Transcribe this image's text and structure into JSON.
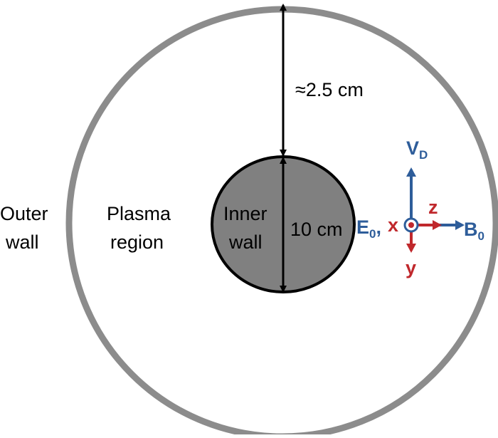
{
  "labels": {
    "outer_wall_line1": "Outer",
    "outer_wall_line2": "wall",
    "plasma_line1": "Plasma",
    "plasma_line2": "region",
    "inner_wall_line1": "Inner",
    "inner_wall_line2": "wall",
    "gap_dimension": "≈2.5 cm",
    "inner_diameter": "10 cm"
  },
  "axes": {
    "v_main": "V",
    "v_sub": "D",
    "e_main": "E",
    "e_sub": "0",
    "e_suffix": ",",
    "b_main": "B",
    "b_sub": "0",
    "x": "x",
    "y": "y",
    "z": "z"
  },
  "colors": {
    "outer_wall": "#8c8c8c",
    "inner_wall": "#808080",
    "blue_vectors": "#2e5d9a",
    "red_axes": "#c0282c",
    "dimension_arrows": "#000000"
  }
}
